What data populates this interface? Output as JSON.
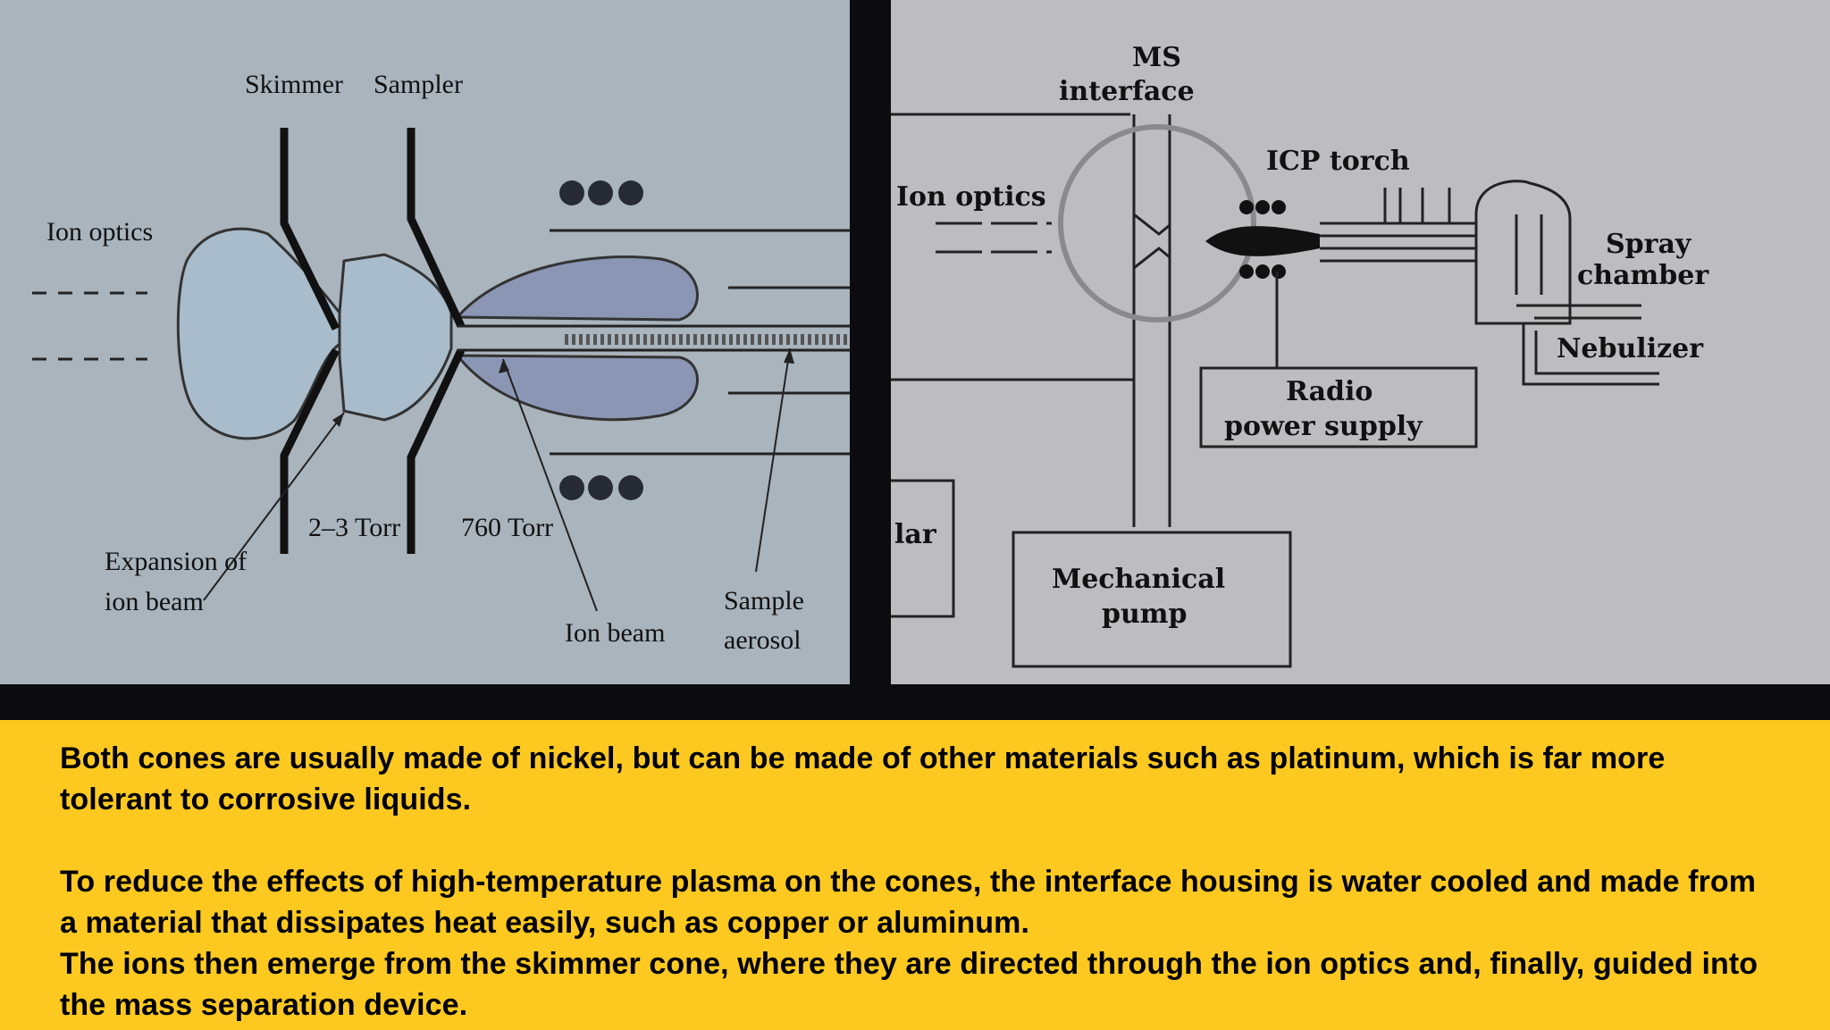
{
  "left_diagram": {
    "labels": {
      "skimmer": "Skimmer",
      "sampler": "Sampler",
      "ion_optics": "Ion optics",
      "pressure_low": "2–3 Torr",
      "pressure_atm": "760 Torr",
      "expansion_line1": "Expansion of",
      "expansion_line2": "ion beam",
      "ion_beam": "Ion beam",
      "sample_line1": "Sample",
      "sample_line2": "aerosol"
    },
    "colors": {
      "background": "#a9b4bd",
      "expansion_fill": "#a8bccb",
      "plasma_fill": "#8a96b4"
    }
  },
  "right_diagram": {
    "labels": {
      "ms_line1": "MS",
      "ms_line2": "interface",
      "icp_torch": "ICP torch",
      "ion_optics": "Ion optics",
      "spray_line1": "Spray",
      "spray_line2": "chamber",
      "nebulizer": "Nebulizer",
      "radio_line1": "Radio",
      "radio_line2": "power supply",
      "partial": "lar",
      "pump_line1": "Mechanical",
      "pump_line2": "pump"
    },
    "colors": {
      "background": "#bdbdc0"
    }
  },
  "caption": {
    "p1": "Both cones are usually made of nickel, but can be made of other materials such as platinum, which is far more tolerant to corrosive liquids.",
    "p2": "To reduce the effects of high-temperature plasma on the cones, the interface housing is water cooled and made from a material that dissipates heat easily, such as copper or aluminum.",
    "p3": "The ions then emerge from the skimmer cone, where they are directed through the ion optics and, finally, guided into the mass separation device."
  }
}
